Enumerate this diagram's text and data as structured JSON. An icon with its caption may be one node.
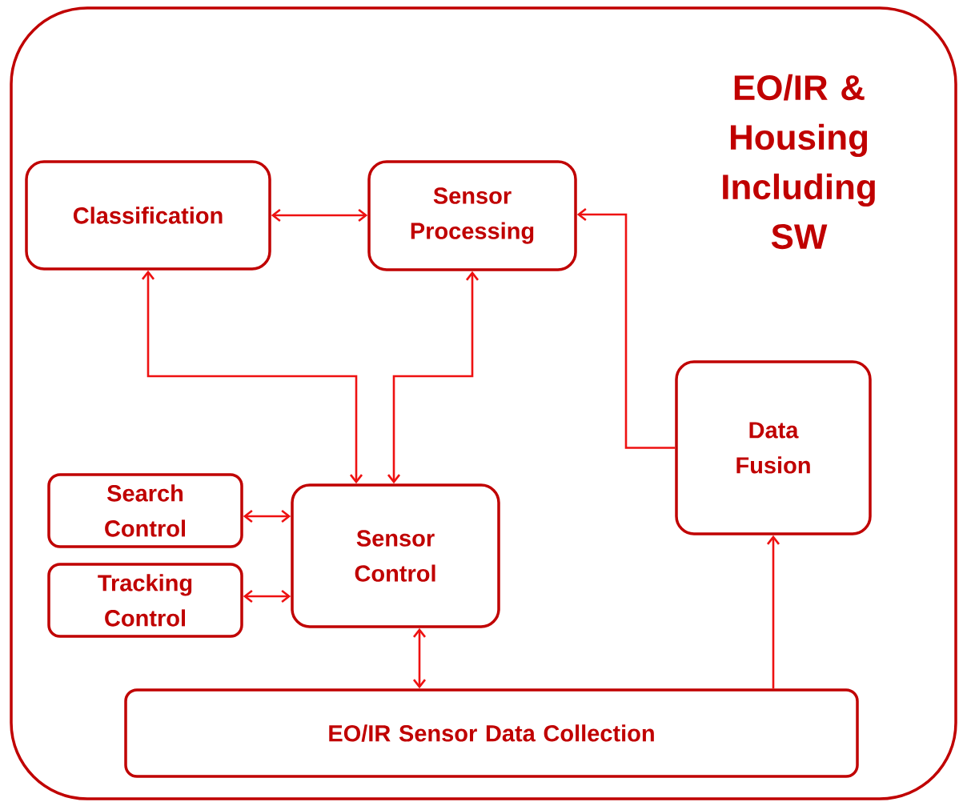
{
  "diagram": {
    "nodes": [
      {
        "text": [
          "EO/IR & Housing Including SW"
        ]
      },
      {
        "text": [
          "Classification"
        ],
        "in": 0
      },
      {
        "text": [
          "Sensor Processing"
        ],
        "in": 0
      },
      {
        "text": [
          "Data Fusion"
        ],
        "in": 0
      },
      {
        "text": [
          "Search Control"
        ],
        "in": 0
      },
      {
        "text": [
          "Tracking Control"
        ],
        "in": 0
      },
      {
        "text": [
          "Sensor Control"
        ],
        "in": 0
      },
      {
        "text": [
          "EO/IR Sensor Data Collection"
        ],
        "in": 0
      }
    ],
    "edges": [
      {
        "from": 1,
        "to": 2,
        "arrow": "both"
      },
      {
        "from": 1,
        "to": 6,
        "arrow": "both"
      },
      {
        "from": 2,
        "to": 6,
        "arrow": "both"
      },
      {
        "from": 3,
        "to": 2,
        "arrow": "to"
      },
      {
        "from": 4,
        "to": 6,
        "arrow": "both"
      },
      {
        "from": 5,
        "to": 6,
        "arrow": "both"
      },
      {
        "from": 6,
        "to": 7,
        "arrow": "both"
      },
      {
        "from": 7,
        "to": 3,
        "arrow": "to"
      }
    ]
  }
}
